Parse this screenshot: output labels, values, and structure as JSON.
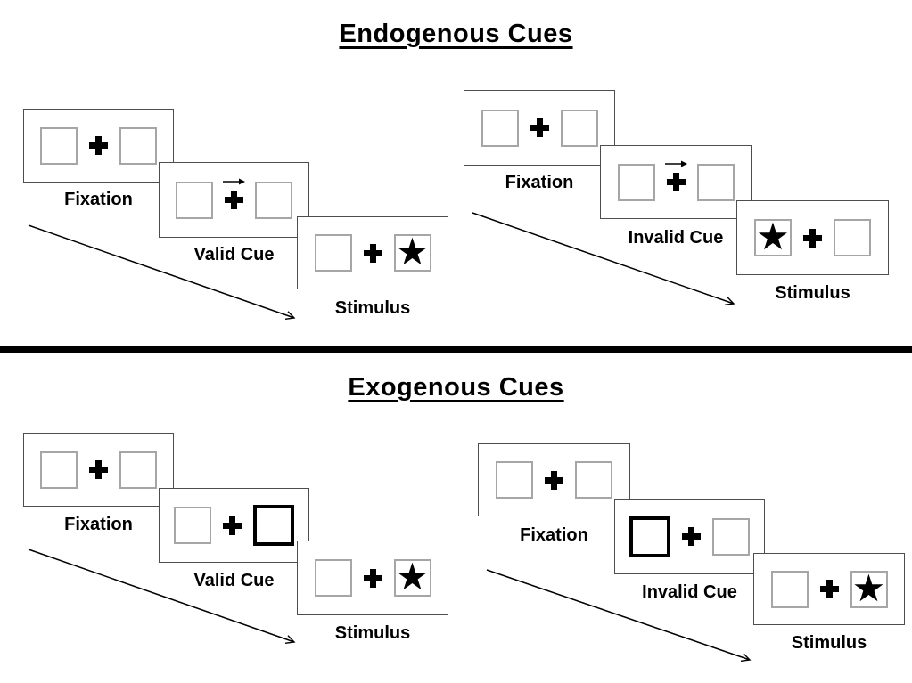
{
  "colors": {
    "background": "#ffffff",
    "ink": "#000000",
    "card_border": "#4d4d4d",
    "box_border": "#a6a6a6"
  },
  "glyphs": {
    "star": "★"
  },
  "sections": [
    {
      "title": "Endogenous Cues",
      "panels": [
        {
          "name": "valid-cue-sequence",
          "cue_style": "central-arrow-pointing-right",
          "target_side": "right",
          "cards": [
            {
              "label": "Fixation"
            },
            {
              "label": "Valid Cue"
            },
            {
              "label": "Stimulus"
            }
          ]
        },
        {
          "name": "invalid-cue-sequence",
          "cue_style": "central-arrow-pointing-right",
          "target_side": "left",
          "cards": [
            {
              "label": "Fixation"
            },
            {
              "label": "Invalid Cue"
            },
            {
              "label": "Stimulus"
            }
          ]
        }
      ]
    },
    {
      "title": "Exogenous Cues",
      "panels": [
        {
          "name": "valid-cue-sequence",
          "cue_style": "thick-box-right",
          "target_side": "right",
          "cards": [
            {
              "label": "Fixation"
            },
            {
              "label": "Valid Cue"
            },
            {
              "label": "Stimulus"
            }
          ]
        },
        {
          "name": "invalid-cue-sequence",
          "cue_style": "thick-box-left",
          "target_side": "right",
          "cards": [
            {
              "label": "Fixation"
            },
            {
              "label": "Invalid Cue"
            },
            {
              "label": "Stimulus"
            }
          ]
        }
      ]
    }
  ]
}
